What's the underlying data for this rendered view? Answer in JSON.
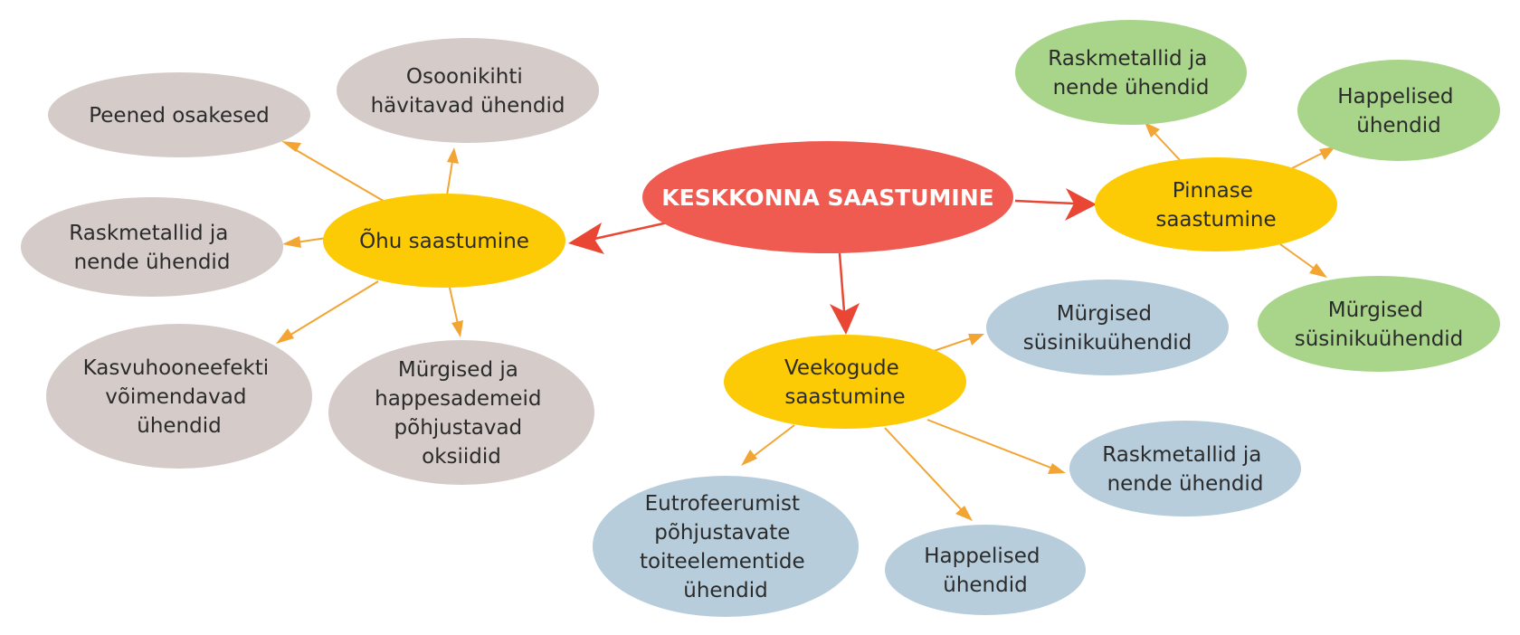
{
  "colors": {
    "center": "#ef5b50",
    "hub": "#fccb06",
    "air_leaf": "#d5ccca",
    "soil_leaf": "#a9d58a",
    "water_leaf": "#b7cddc",
    "red_arrow": "#e94734",
    "orange_arrow": "#f3a533",
    "text": "#2b2b2b",
    "center_text": "#ffffff"
  },
  "center": {
    "lines": [
      "KESKKONNA SAASTUMINE"
    ]
  },
  "hubs": {
    "air": {
      "lines": [
        "Õhu saastumine"
      ]
    },
    "soil": {
      "lines": [
        "Pinnase",
        "saastumine"
      ]
    },
    "water": {
      "lines": [
        "Veekogude",
        "saastumine"
      ]
    }
  },
  "air_leaves": [
    {
      "lines": [
        "Peened osakesed"
      ]
    },
    {
      "lines": [
        "Osoonikihti",
        "hävitavad ühendid"
      ]
    },
    {
      "lines": [
        "Raskmetallid ja",
        "nende ühendid"
      ]
    },
    {
      "lines": [
        "Kasvuhooneefekti",
        "võimendavad",
        "ühendid"
      ]
    },
    {
      "lines": [
        "Mürgised ja",
        "happesademeid",
        "põhjustavad",
        "oksiidid"
      ]
    }
  ],
  "soil_leaves": [
    {
      "lines": [
        "Raskmetallid ja",
        "nende ühendid"
      ]
    },
    {
      "lines": [
        "Happelised",
        "ühendid"
      ]
    },
    {
      "lines": [
        "Mürgised",
        "süsinikuühendid"
      ]
    }
  ],
  "water_leaves": [
    {
      "lines": [
        "Mürgised",
        "süsinikuühendid"
      ]
    },
    {
      "lines": [
        "Raskmetallid ja",
        "nende ühendid"
      ]
    },
    {
      "lines": [
        "Happelised",
        "ühendid"
      ]
    },
    {
      "lines": [
        "Eutrofeerumist",
        "põhjustavate",
        "toiteelementide",
        "ühendid"
      ]
    }
  ]
}
